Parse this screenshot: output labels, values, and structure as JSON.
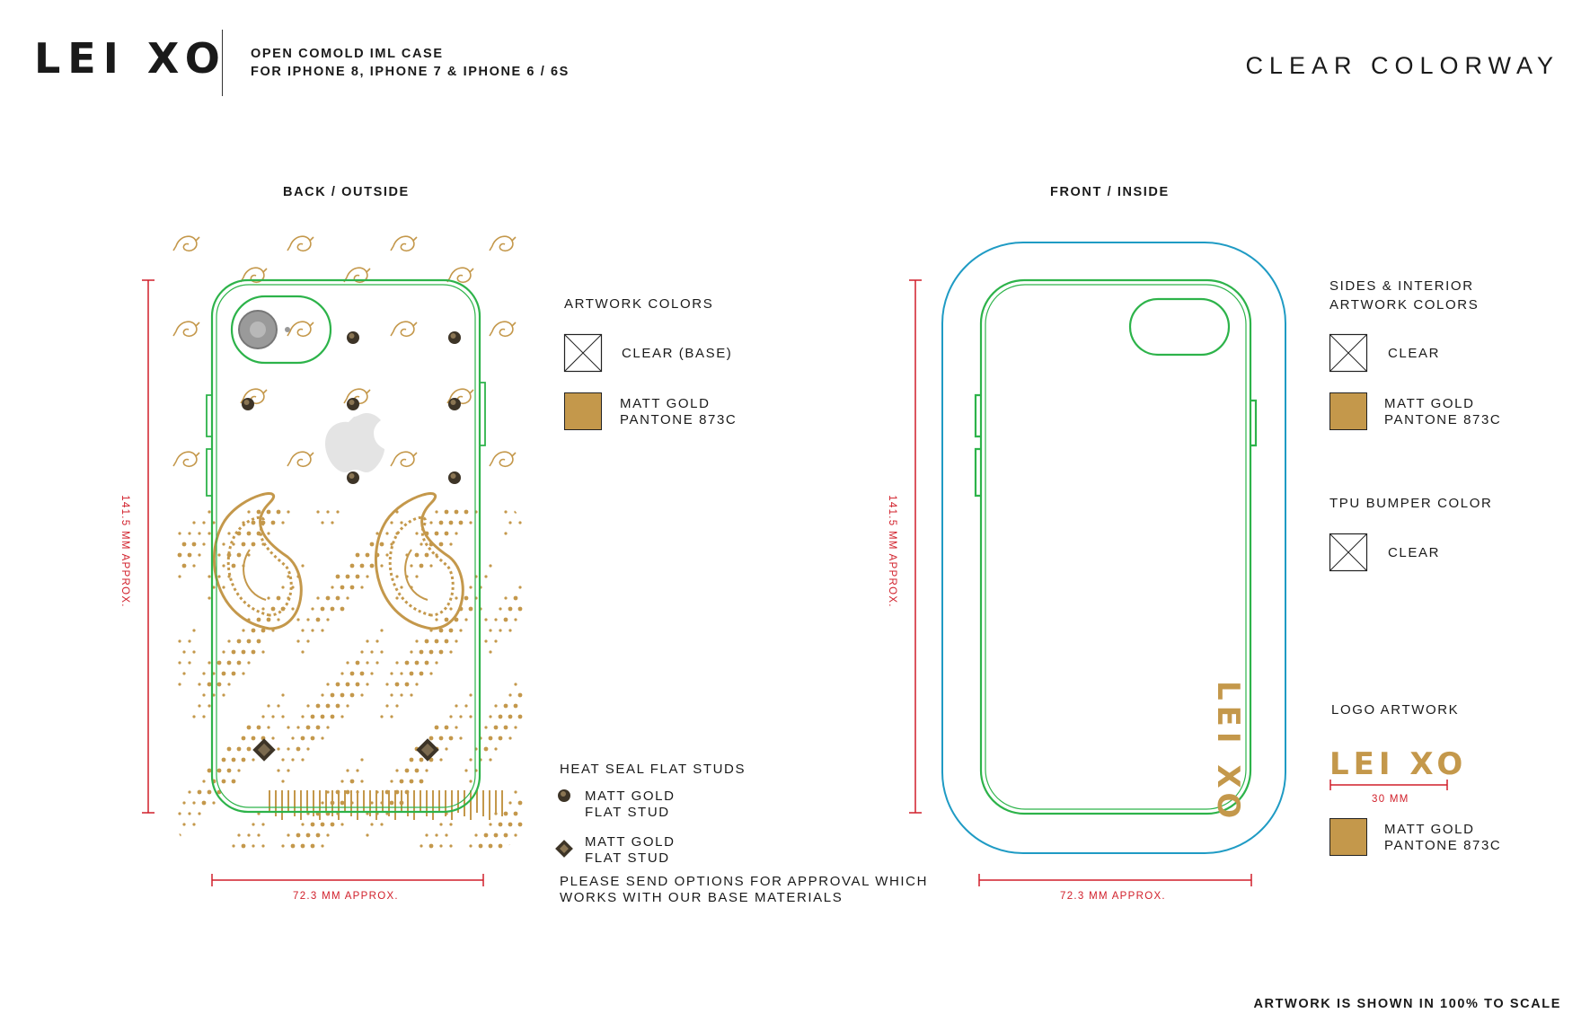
{
  "header": {
    "logo": "LEI XO",
    "product_line1": "OPEN COMOLD IML CASE",
    "product_line2": "FOR IPHONE 8, IPHONE 7 & IPHONE 6 / 6S",
    "colorway": "CLEAR COLORWAY"
  },
  "back_view": {
    "title": "BACK / OUTSIDE",
    "height_dim": "141.5 MM APPROX.",
    "width_dim": "72.3 MM APPROX."
  },
  "front_view": {
    "title": "FRONT / INSIDE",
    "height_dim": "141.5 MM APPROX.",
    "width_dim": "72.3 MM APPROX.",
    "side_logo": "LEI XO"
  },
  "artwork_colors": {
    "heading": "ARTWORK COLORS",
    "items": [
      {
        "label": "CLEAR (BASE)"
      },
      {
        "line1": "MATT GOLD",
        "line2": "PANTONE 873C"
      }
    ]
  },
  "studs": {
    "heading": "HEAT SEAL FLAT STUDS",
    "items": [
      {
        "line1": "MATT GOLD",
        "line2": "FLAT STUD"
      },
      {
        "line1": "MATT GOLD",
        "line2": "FLAT STUD"
      }
    ],
    "note_line1": "PLEASE SEND OPTIONS FOR APPROVAL WHICH",
    "note_line2": "WORKS WITH OUR BASE MATERIALS"
  },
  "sides_interior": {
    "heading_line1": "SIDES & INTERIOR",
    "heading_line2": "ARTWORK COLORS",
    "items": [
      {
        "label": "CLEAR"
      },
      {
        "line1": "MATT GOLD",
        "line2": "PANTONE 873C"
      }
    ]
  },
  "bumper": {
    "heading": "TPU BUMPER COLOR",
    "label": "CLEAR"
  },
  "logo_artwork": {
    "heading": "LOGO ARTWORK",
    "logo": "LEI XO",
    "dim": "30 MM",
    "line1": "MATT GOLD",
    "line2": "PANTONE 873C"
  },
  "footer": "ARTWORK IS SHOWN IN 100% TO SCALE",
  "colors": {
    "gold": "#c4984b",
    "green_outline": "#2db34a",
    "blue_outline": "#1f9bc4",
    "dimension_red": "#d11f2a"
  }
}
